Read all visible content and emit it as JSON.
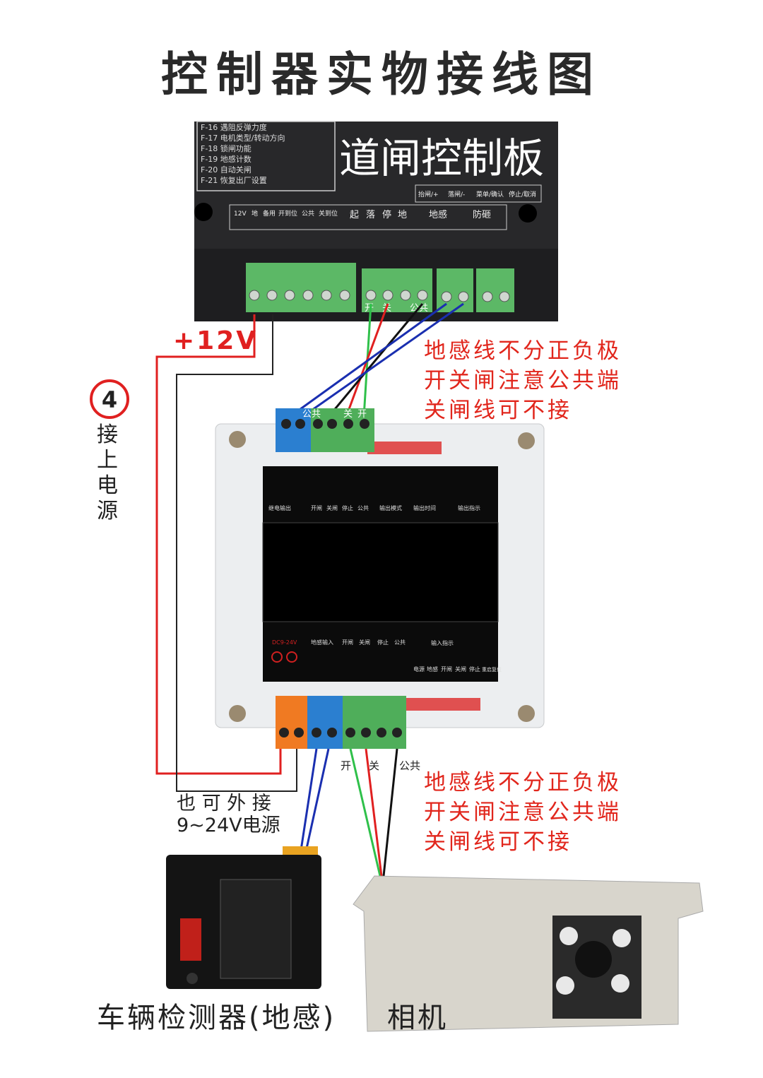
{
  "title": "控制器实物接线图",
  "board": {
    "overlay_label": "道闸控制板",
    "menu_items": [
      "F-16 遇阻反弹力度",
      "F-17 电机类型/转动方向",
      "F-18 锁闸功能",
      "F-19 地感计数",
      "F-20 自动关闸",
      "F-21 恢复出厂设置"
    ],
    "buttons": [
      "抬闸/+",
      "落闸/-",
      "菜单/确认",
      "停止/取消"
    ],
    "terminal_labels": [
      "12V",
      "地",
      "备用",
      "开到位",
      "公共",
      "关到位",
      "起",
      "落",
      "停",
      "地",
      "地感",
      "防砸"
    ],
    "wire_labels": [
      "开",
      "关",
      "公共"
    ]
  },
  "annotations": {
    "plus12v": "+12V",
    "step_number": "4",
    "step_text": "接上电源",
    "notes_top": [
      "地感线不分正负极",
      "开关闸注意公共端",
      "关闸线可不接"
    ],
    "notes_bottom": [
      "地感线不分正负极",
      "开关闸注意公共端",
      "关闸线可不接"
    ],
    "external_power": [
      "也 可 外 接",
      "9~24V电源"
    ]
  },
  "controller": {
    "top_terminal_labels": [
      "公共",
      "关",
      "开"
    ],
    "top_panel": [
      "继电输出",
      "开闸",
      "关闸",
      "停止",
      "公共",
      "输出模式",
      "输出时间",
      "输出指示"
    ],
    "bottom_panel": [
      "DC9-24V",
      "地感输入",
      "开闸",
      "关闸",
      "停止",
      "公共",
      "输入指示",
      "电源",
      "地感",
      "开闸",
      "关闸",
      "停止",
      "重启复位"
    ],
    "bottom_wire_labels": [
      "开",
      "关",
      "公共"
    ]
  },
  "captions": {
    "detector": "车辆检测器(地感)",
    "camera": "相机"
  },
  "colors": {
    "note_red": "#e1261c",
    "wire_red": "#e02020",
    "wire_blue": "#1a2fb0",
    "wire_green": "#2fc04a",
    "wire_black": "#111111",
    "terminal_green": "#4fae5a",
    "terminal_blue": "#2b7fd0",
    "terminal_orange": "#f07a22"
  }
}
